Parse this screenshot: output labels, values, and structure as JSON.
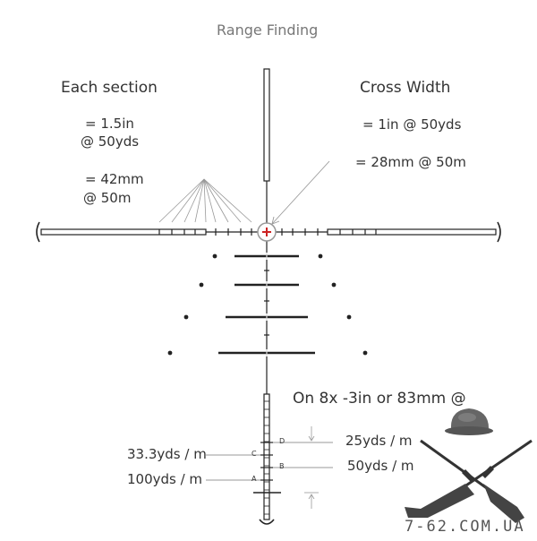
{
  "title": "Range Finding",
  "left": {
    "heading": "Each section",
    "line1": "= 1.5in",
    "line2": "@ 50yds",
    "line3": "= 42mm",
    "line4": "@ 50m"
  },
  "right": {
    "heading": "Cross Width",
    "line1": "= 1in @ 50yds",
    "line2": "= 28mm @ 50m"
  },
  "bottom": {
    "caption": "On 8x -3in or 83mm @",
    "left_upper": "33.3yds / m",
    "left_lower": "100yds / m",
    "right_upper": "25yds / m",
    "right_lower": "50yds / m",
    "marks": {
      "a": "A",
      "b": "B",
      "c": "C",
      "d": "D"
    }
  },
  "watermark": "7-62.COM.UA",
  "colors": {
    "ink": "#222222",
    "center_cross": "#cc2222",
    "pointer": "#999999",
    "title": "#777777"
  },
  "icons": [
    "bowler-hat-icon",
    "crossed-rifles-icon"
  ]
}
